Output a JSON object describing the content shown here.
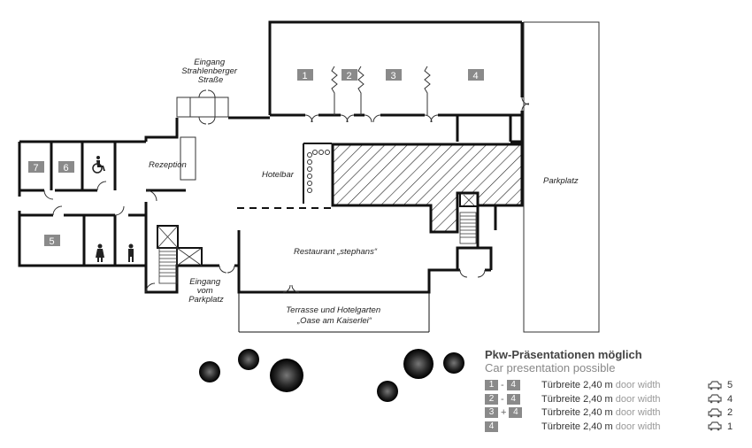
{
  "labels": {
    "eingang_strahlenberger": [
      "Eingang",
      "Strahlenberger",
      "Straße"
    ],
    "rezeption": "Rezeption",
    "hotelbar": "Hotelbar",
    "parkplatz": "Parkplatz",
    "restaurant": "Restaurant „stephans“",
    "eingang_parkplatz": [
      "Eingang",
      "vom",
      "Parkplatz"
    ],
    "terrasse": [
      "Terrasse und Hotelgarten",
      "„Oase am Kaiserlei“"
    ]
  },
  "rooms": {
    "r1": "1",
    "r2": "2",
    "r3": "3",
    "r4": "4",
    "r5": "5",
    "r6": "6",
    "r7": "7"
  },
  "legend": {
    "title": "Pkw-Präsentationen möglich",
    "subtitle": "Car presentation possible",
    "rows": [
      {
        "a": "1",
        "sep": "-",
        "b": "4",
        "door_de": "Türbreite 2,40 m",
        "door_en": "door width",
        "cars": "5"
      },
      {
        "a": "2",
        "sep": "-",
        "b": "4",
        "door_de": "Türbreite 2,40 m",
        "door_en": "door width",
        "cars": "4"
      },
      {
        "a": "3",
        "sep": "+",
        "b": "4",
        "door_de": "Türbreite 2,40 m",
        "door_en": "door width",
        "cars": "2"
      },
      {
        "a": "4",
        "sep": "",
        "b": "",
        "door_de": "Türbreite 2,40 m",
        "door_en": "door width",
        "cars": "1"
      }
    ]
  },
  "icons": {
    "accessible": "wheelchair-icon",
    "women": "female-icon",
    "men": "male-icon",
    "car": "car-icon",
    "tree": "tree-icon"
  }
}
